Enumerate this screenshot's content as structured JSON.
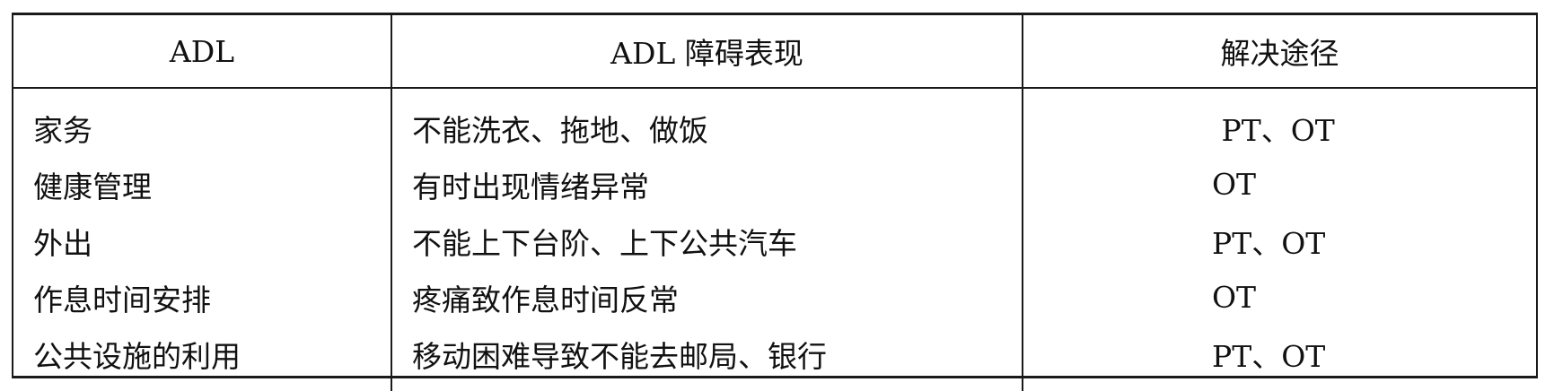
{
  "table": {
    "headers": [
      "ADL",
      "ADL 障碍表现",
      "解决途径"
    ],
    "rows": [
      {
        "adl": "家务",
        "description": "不能洗衣、拖地、做饭",
        "solution": " PT、OT"
      },
      {
        "adl": "健康管理",
        "description": "有时出现情绪异常",
        "solution": "OT"
      },
      {
        "adl": "外出",
        "description": "不能上下台阶、上下公共汽车",
        "solution": "PT、OT"
      },
      {
        "adl": "作息时间安排",
        "description": "疼痛致作息时间反常",
        "solution": "OT"
      },
      {
        "adl": "公共设施的利用",
        "description": "移动困难导致不能去邮局、银行",
        "solution": "PT、OT"
      }
    ]
  }
}
